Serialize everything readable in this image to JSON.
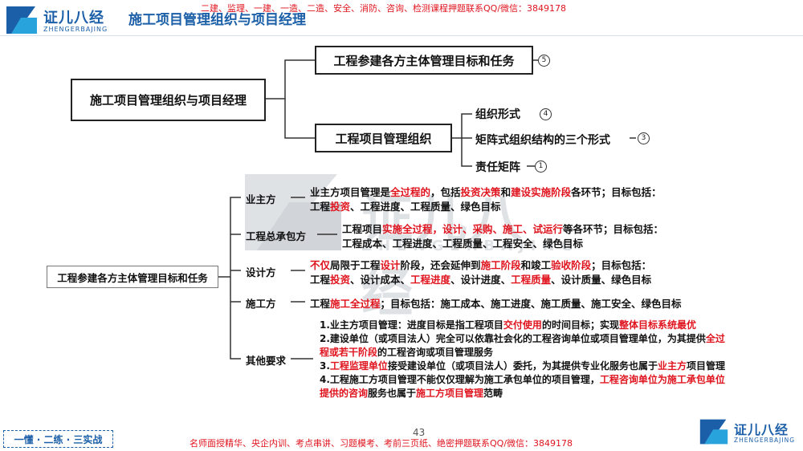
{
  "header": {
    "logo_text": "证儿八经",
    "logo_sub": "ZHENGERBAJING",
    "title": "施工项目管理组织与项目经理",
    "promo_top": "二建、监理、一建、一造、二造、安全、消防、咨询、检测课程押题联系QQ/微信：3849178"
  },
  "mindmap": {
    "root": "施工项目管理组织与项目经理",
    "branch1": "工程参建各方主体管理目标和任务",
    "branch1_num": "5",
    "branch2": "工程项目管理组织",
    "sub1": "组织形式",
    "sub1_num": "4",
    "sub2": "矩阵式组织结构的三个形式",
    "sub2_num": "3",
    "sub3": "责任矩阵",
    "sub3_num": "1"
  },
  "detail": {
    "left_title": "工程参建各方主体管理目标和任务",
    "parties": [
      "业主方",
      "工程总承包方",
      "设计方",
      "施工方",
      "其他要求"
    ],
    "owner": {
      "l1a": "业主方项目管理是",
      "l1b": "全过程的",
      "l1c": "，包括",
      "l1d": "投资决策",
      "l1e": "和",
      "l1f": "建设实施阶段",
      "l1g": "各环节；目标包括：",
      "l2a": "工程",
      "l2b": "投资",
      "l2c": "、工程进度、工程质量、绿色目标"
    },
    "epc": {
      "l1a": "工程项目",
      "l1b": "实施全过程，设计、采购、施工、试运行",
      "l1c": "等各环节；目标包括：",
      "l2": "工程成本、工程进度、工程质量、工程安全、绿色目标"
    },
    "design": {
      "l1a": "不仅",
      "l1b": "局限于工程",
      "l1c": "设计",
      "l1d": "阶段，还会延伸到",
      "l1e": "施工阶段",
      "l1f": "和竣工",
      "l1g": "验收阶段",
      "l1h": "；目标包括：",
      "l2a": "工程",
      "l2b": "投资",
      "l2c": "、设计成本、",
      "l2d": "工程进度",
      "l2e": "、设计进度、",
      "l2f": "工程质量",
      "l2g": "、设计质量、绿色目标"
    },
    "contractor": {
      "l1a": "工程",
      "l1b": "施工全过程",
      "l1c": "；目标包括：施工成本、施工进度、施工质量、施工安全、绿色目标"
    },
    "other": {
      "r1a": "1.业主方项目管理：进度目标是指工程项目",
      "r1b": "交付使用",
      "r1c": "的时间目标；实现",
      "r1d": "整体目标系统最优",
      "r2a": "2.建设单位（或项目法人）完全可以依靠社会化的工程咨询单位或项目管理单位，为其提供",
      "r2b": "全过",
      "r3a": "程或若干阶段",
      "r3b": "的工程咨询或项目管理服务",
      "r4a": "3.",
      "r4b": "工程监理单位",
      "r4c": "接受建设单位（或项目法人）委托，为其提供专业化服务也属于",
      "r4d": "业主方",
      "r4e": "项目管理",
      "r5a": "4.工程施工方项目管理不能仅仅理解为施工承包单位的项目管理，",
      "r5b": "工程咨询单位为施工承包单位",
      "r6a": "提供的咨询",
      "r6b": "服务也属于",
      "r6c": "施工方项目管理",
      "r6d": "范畴"
    }
  },
  "footer": {
    "slogan": "一懂 · 二练 · 三实战",
    "page": "43",
    "promo_bottom": "名师面授精华、央企内训、考点串讲、习题模考、考前三页纸、绝密押题联系QQ/微信：3849178",
    "logo_text": "证儿八经",
    "logo_sub": "ZHENGERBAJING"
  },
  "colors": {
    "accent_blue": "#1b5fa8",
    "red": "#e0141e",
    "light_blue": "#29a3dc"
  }
}
